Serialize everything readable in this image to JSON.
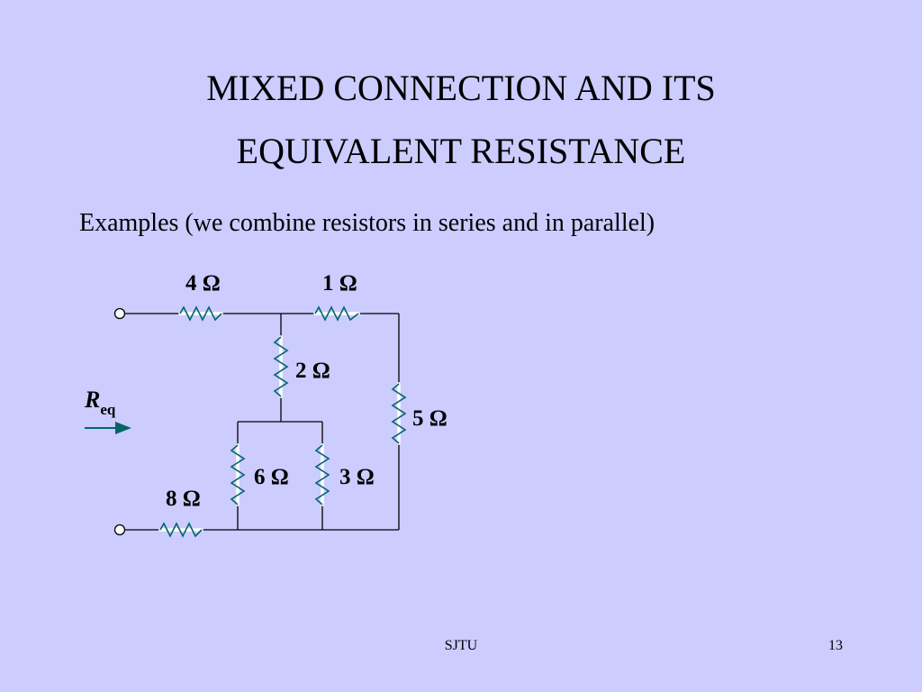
{
  "slide": {
    "title_line_1": "MIXED CONNECTION AND ITS",
    "title_line_2": "EQUIVALENT RESISTANCE",
    "subtitle": "Examples (we combine resistors in series and in parallel)"
  },
  "diagram": {
    "resistors": {
      "r4": "4 Ω",
      "r1": "1 Ω",
      "r2": "2 Ω",
      "r5": "5 Ω",
      "r6": "6 Ω",
      "r3": "3 Ω",
      "r8": "8 Ω"
    },
    "req_symbol": "R",
    "req_subscript": "eq",
    "colors": {
      "resistor": "#006666",
      "wire": "#000000",
      "background": "#ccccff"
    }
  },
  "footer": {
    "center_text": "SJTU",
    "page_number": "13"
  }
}
